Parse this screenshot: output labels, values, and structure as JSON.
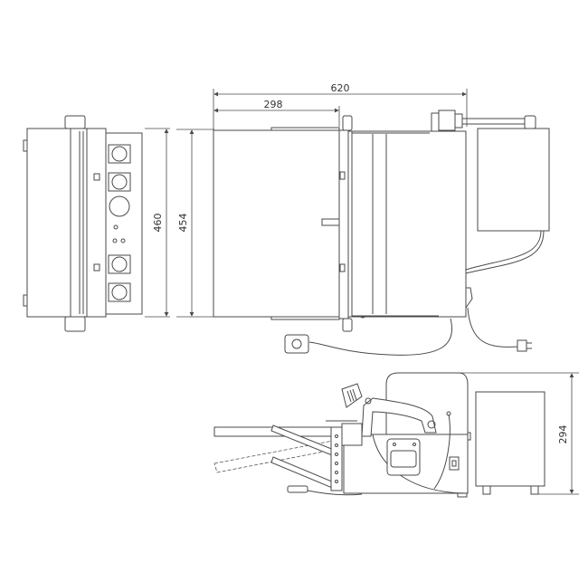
{
  "drawing": {
    "dimensions": {
      "overall_width": "620",
      "table_width": "298",
      "left_view_height": "460",
      "top_view_depth": "454",
      "side_view_height": "294"
    },
    "line_color": "#4a4a4a"
  }
}
